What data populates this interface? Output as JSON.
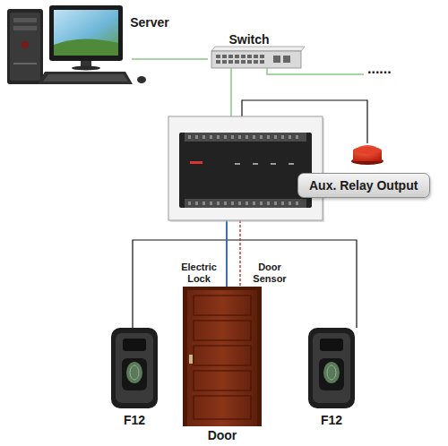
{
  "diagram": {
    "nodes": [
      {
        "text": [
          "Server"
        ]
      },
      {
        "text": [
          "Switch"
        ]
      },
      {
        "text": [
          "Aux. Relay Output"
        ]
      },
      {
        "text": [
          "F12"
        ]
      },
      {
        "text": [
          "Door"
        ]
      },
      {
        "text": [
          "F12"
        ]
      }
    ],
    "edges": [
      {
        "from": 0,
        "to": 1,
        "arrow": "none"
      }
    ],
    "labels": [
      "......",
      "Electric Lock",
      "Door Sensor"
    ]
  }
}
